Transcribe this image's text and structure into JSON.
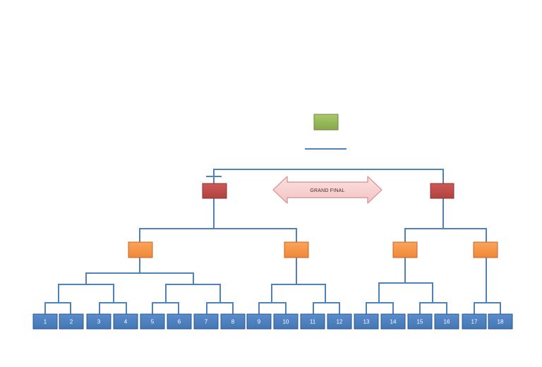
{
  "bracket": {
    "grand_final_label": "GRAND FINAL",
    "seeds": [
      "1",
      "2",
      "3",
      "4",
      "5",
      "6",
      "7",
      "8",
      "9",
      "10",
      "11",
      "12",
      "13",
      "14",
      "15",
      "16",
      "17",
      "18"
    ]
  },
  "colors": {
    "line": "#4f81bd",
    "seed_fill": "#4f81bd",
    "seed_stroke": "#2c5a8f",
    "orange_fill": "#f79646",
    "orange_stroke": "#c0682a",
    "red_fill": "#c0504d",
    "red_stroke": "#8c3431",
    "champion_fill": "#9bbb59",
    "champion_stroke": "#71893f",
    "arrow_fill": "#f8d2d2",
    "arrow_stroke": "#d98a8a"
  }
}
